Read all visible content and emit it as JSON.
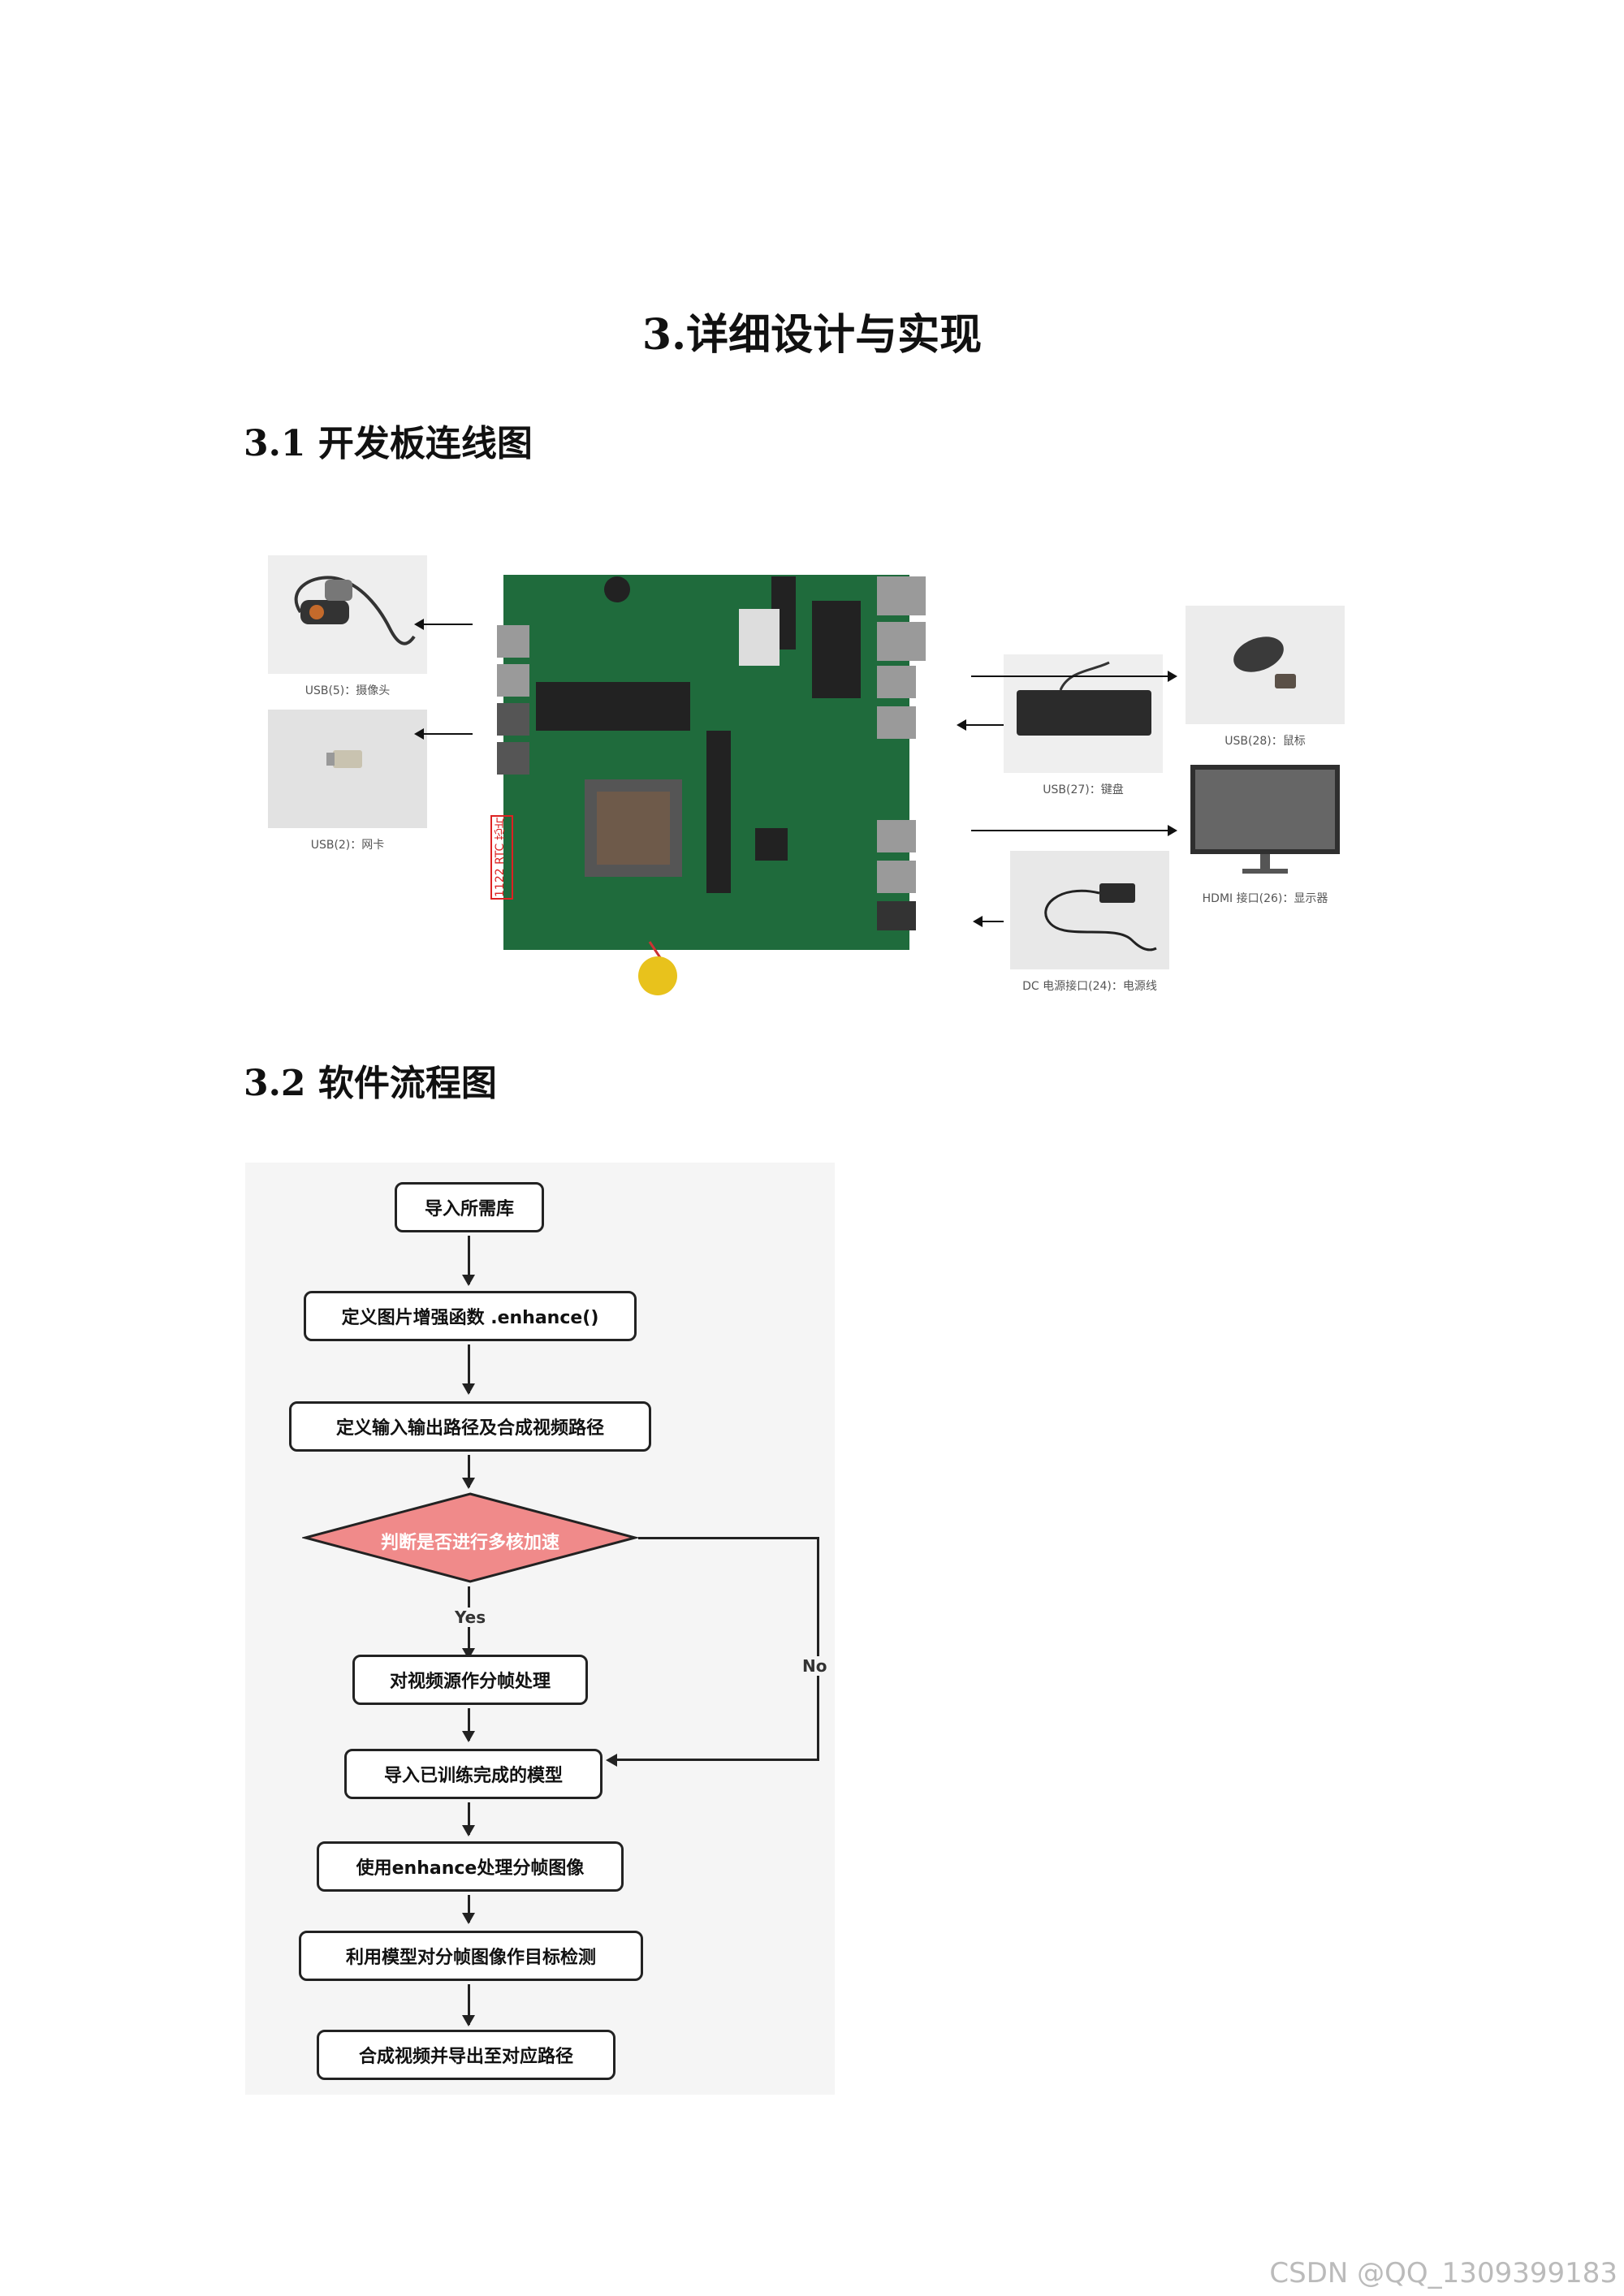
{
  "heading": {
    "main": "3.详细设计与实现"
  },
  "section1": {
    "title": "3.1 开发板连线图",
    "board_label": "1122 RTC 芯片",
    "captions": {
      "camera": "USB(5)：摄像头",
      "wifi": "USB(2)：网卡",
      "keyboard": "USB(27)：键盘",
      "mouse": "USB(28)：鼠标",
      "monitor": "HDMI 接口(26)：显示器",
      "power": "DC 电源接口(24)：电源线"
    }
  },
  "section2": {
    "title": "3.2 软件流程图",
    "flow": {
      "step1": "导入所需库",
      "step2": "定义图片增强函数 .enhance()",
      "step3": "定义输入输出路径及合成视频路径",
      "decision": "判断是否进行多核加速",
      "yes": "Yes",
      "no": "No",
      "step4": "对视频源作分帧处理",
      "step5": "导入已训练完成的模型",
      "step6": "使用enhance处理分帧图像",
      "step7": "利用模型对分帧图像作目标检测",
      "step8": "合成视频并导出至对应路径"
    }
  },
  "watermark": "CSDN @QQ_1309399183",
  "colors": {
    "board": "#1f6b3c",
    "decision": "#f08a8a",
    "battery": "#e8c21c"
  }
}
